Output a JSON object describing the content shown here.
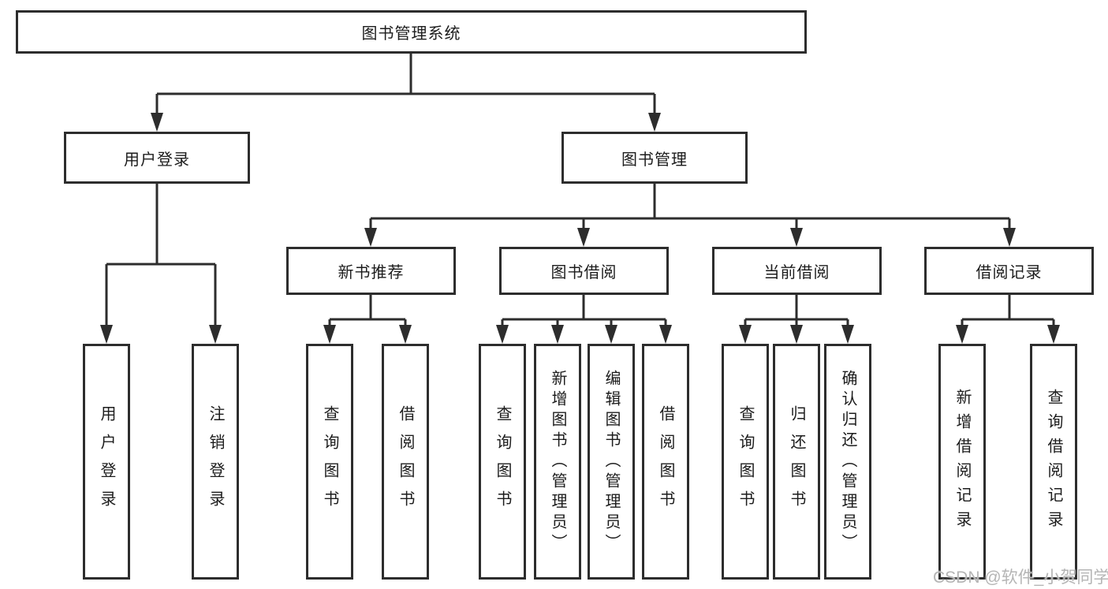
{
  "diagram": {
    "root": {
      "label": "图书管理系统"
    },
    "branches": [
      {
        "label": "用户登录",
        "leaves": [
          "用户登录",
          "注销登录"
        ]
      },
      {
        "label": "图书管理",
        "children": [
          {
            "label": "新书推荐",
            "leaves": [
              "查询图书",
              "借阅图书"
            ]
          },
          {
            "label": "图书借阅",
            "leaves": [
              "查询图书",
              "新增图书（管理员）",
              "编辑图书（管理员）",
              "借阅图书"
            ]
          },
          {
            "label": "当前借阅",
            "leaves": [
              "查询图书",
              "归还图书",
              "确认归还（管理员）"
            ]
          },
          {
            "label": "借阅记录",
            "leaves": [
              "新增借阅记录",
              "查询借阅记录"
            ]
          }
        ]
      }
    ],
    "watermark": "CSDN @软件_小贺同学",
    "colors": {
      "line": "#2d2d2d",
      "text": "#1c1c1c",
      "watermark": "#b5b5b5",
      "background": "#ffffff"
    }
  }
}
